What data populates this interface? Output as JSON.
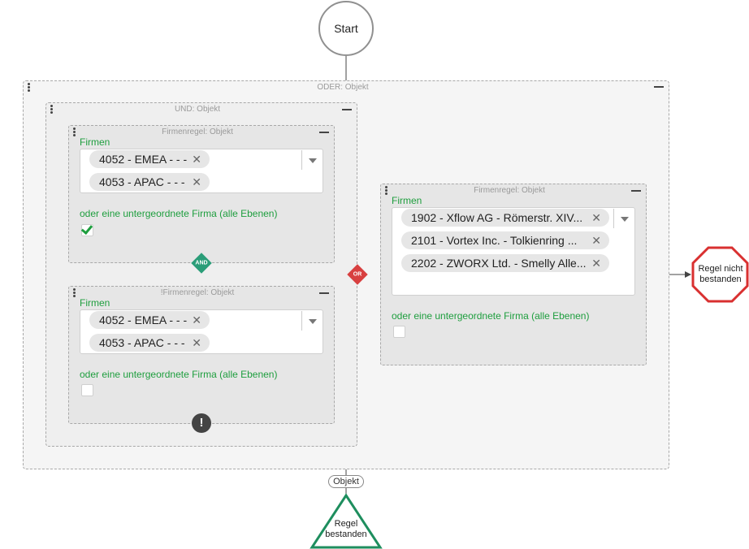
{
  "start": {
    "label": "Start"
  },
  "oder_group": {
    "title": "ODER: Objekt"
  },
  "und_group": {
    "title": "UND: Objekt"
  },
  "rule1": {
    "title": "Firmenregel: Objekt",
    "field_label": "Firmen",
    "chips": [
      "4052 - EMEA - - -",
      "4053 - APAC - - -"
    ],
    "subsidiary_label": "oder eine untergeordnete Firma (alle Ebenen)",
    "subsidiary_checked": true
  },
  "and_connector": {
    "label": "AND"
  },
  "rule2": {
    "title": "!Firmenregel: Objekt",
    "field_label": "Firmen",
    "chips": [
      "4052 - EMEA - - -",
      "4053 - APAC - - -"
    ],
    "subsidiary_label": "oder eine untergeordnete Firma (alle Ebenen)",
    "subsidiary_checked": false
  },
  "or_connector": {
    "label": "OR"
  },
  "rule3": {
    "title": "Firmenregel: Objekt",
    "field_label": "Firmen",
    "chips": [
      "1902 - Xflow AG - Römerstr. XIV...",
      "2101 - Vortex Inc. - Tolkienring ...",
      "2202 - ZWORX Ltd. - Smelly Alle..."
    ],
    "subsidiary_label": "oder eine untergeordnete Firma (alle Ebenen)",
    "subsidiary_checked": false
  },
  "fail_node": {
    "line1": "Regel nicht",
    "line2": "bestanden"
  },
  "output_pill": {
    "label": "Objekt"
  },
  "pass_node": {
    "line1": "Regel",
    "line2": "bestanden"
  },
  "colors": {
    "green": "#1e9e3e",
    "fail_red": "#d93030",
    "pass_green": "#1e8e5e",
    "and_teal": "#2a9d78",
    "or_red": "#d84040"
  },
  "icons": {
    "negation": "exclamation-icon",
    "remove": "close-icon",
    "dropdown": "caret-down-icon"
  }
}
